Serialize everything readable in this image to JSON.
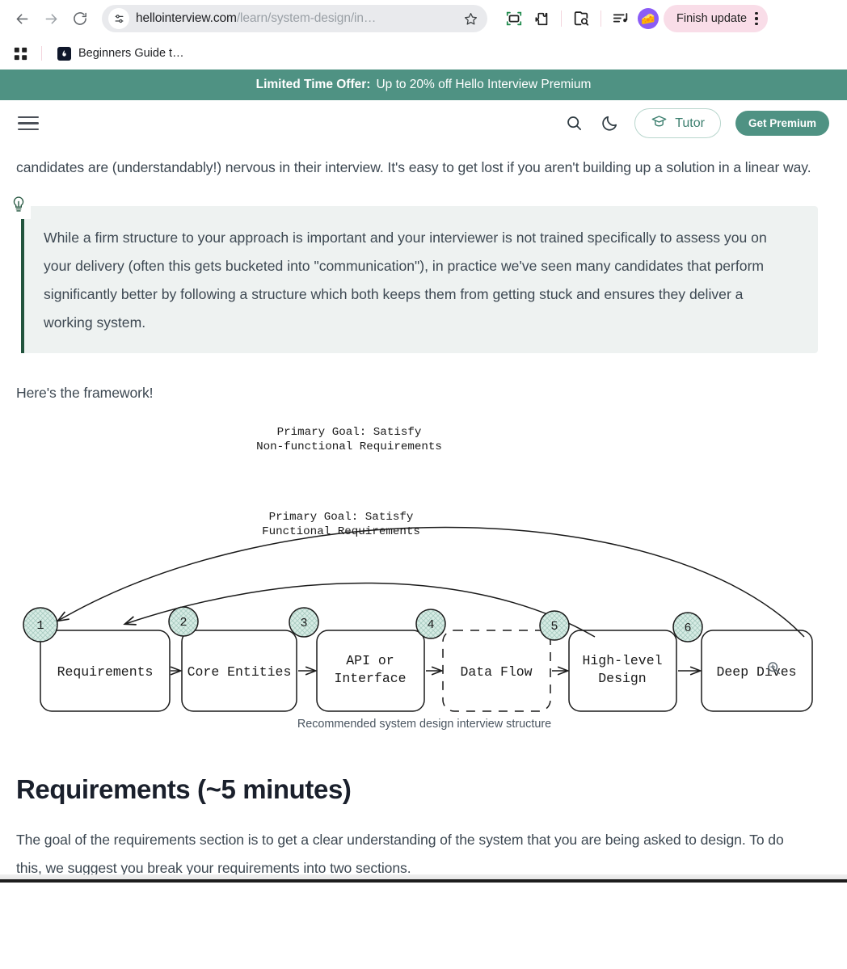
{
  "browser": {
    "back_icon": "back-arrow-icon",
    "forward_icon": "forward-arrow-icon",
    "reload_icon": "reload-icon",
    "url_domain": "hellointerview.com",
    "url_path": "/learn/system-design/in…",
    "url_full": "hellointerview.com/learn/system-design/in…",
    "site_info_icon": "tune-site-info-icon",
    "bookmark_star_icon": "star-icon",
    "toolbar_icons": [
      "screen-capture-icon",
      "extensions-puzzle-icon",
      "search-in-page-icon",
      "media-playlist-icon"
    ],
    "avatar_emoji": "🧀",
    "update_label": "Finish update",
    "kebab_icon": "three-dot-menu-icon",
    "bookmarks": {
      "apps_grid_icon": "apps-grid-icon",
      "items": [
        {
          "label": "Beginners Guide t…",
          "favicon": "hello-interview-flame-icon"
        }
      ]
    }
  },
  "promo": {
    "label_bold": "Limited Time Offer:",
    "label_rest": "Up to 20% off Hello Interview Premium",
    "bg_color": "#4f9283"
  },
  "site_header": {
    "menu_icon": "hamburger-menu-icon",
    "search_icon": "search-icon",
    "theme_icon": "moon-dark-mode-icon",
    "tutor_label": "Tutor",
    "tutor_icon": "graduation-cap-icon",
    "premium_label": "Get Premium",
    "accent_color": "#4f9283"
  },
  "article": {
    "top_paragraph": "candidates are (understandably!) nervous in their interview. It's easy to get lost if you aren't building up a solution in a linear way.",
    "callout": {
      "icon": "lightbulb-icon",
      "text": "While a firm structure to your approach is important and your interviewer is not trained specifically to assess you on your delivery (often this gets bucketed into \"communication\"), in practice we've seen many candidates that perform significantly better by following a structure which both keeps them from getting stuck and ensures they deliver a working system.",
      "border_color": "#22543d",
      "bg_color": "#eef2f1"
    },
    "framework_line": "Here's the framework!",
    "section_title": "Requirements (~5 minutes)",
    "bottom_paragraph": "The goal of the requirements section is to get a clear understanding of the system that you are being asked to design. To do this, we suggest you break your requirements into two sections."
  },
  "diagram": {
    "caption": "Recommended system design interview structure",
    "zoom_icon": "zoom-in-magnifier-icon",
    "circle_fill": "#cfe6de",
    "annotations": [
      {
        "id": "nonfunctional",
        "line1": "Primary Goal: Satisfy",
        "line2": "Non-functional Requirements"
      },
      {
        "id": "functional",
        "line1": "Primary Goal: Satisfy",
        "line2": "Functional Requirements"
      }
    ],
    "steps": [
      {
        "number": "1",
        "label_line1": "Requirements",
        "label_line2": "",
        "style": "solid"
      },
      {
        "number": "2",
        "label_line1": "Core Entities",
        "label_line2": "",
        "style": "solid"
      },
      {
        "number": "3",
        "label_line1": "API or",
        "label_line2": "Interface",
        "style": "solid"
      },
      {
        "number": "4",
        "label_line1": "Data Flow",
        "label_line2": "",
        "style": "dashed"
      },
      {
        "number": "5",
        "label_line1": "High-level",
        "label_line2": "Design",
        "style": "solid"
      },
      {
        "number": "6",
        "label_line1": "Deep Dives",
        "label_line2": "",
        "style": "solid"
      }
    ]
  }
}
